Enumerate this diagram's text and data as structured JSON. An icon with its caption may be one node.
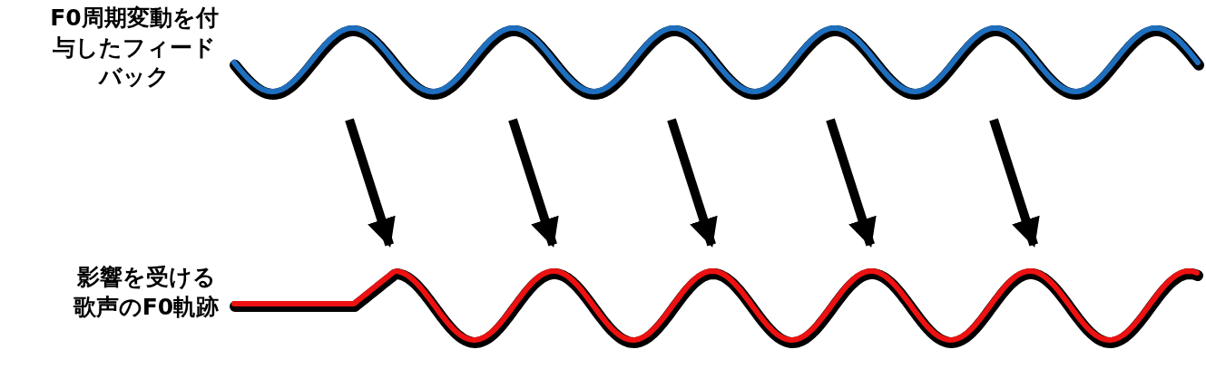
{
  "diagram": {
    "nodes": [
      {
        "text": [],
        "shape": "wave",
        "beside": [
          "F0周期変動を付与したフィードバック"
        ]
      },
      {
        "text": [],
        "shape": "wave",
        "beside": [
          "影響を受ける歌声のF0軌跡"
        ]
      }
    ],
    "edges": [
      {
        "from": 0,
        "to": 1,
        "arrow": "to"
      },
      {
        "from": 0,
        "to": 1,
        "arrow": "to"
      },
      {
        "from": 0,
        "to": 1,
        "arrow": "to"
      },
      {
        "from": 0,
        "to": 1,
        "arrow": "to"
      },
      {
        "from": 0,
        "to": 1,
        "arrow": "to"
      }
    ]
  }
}
